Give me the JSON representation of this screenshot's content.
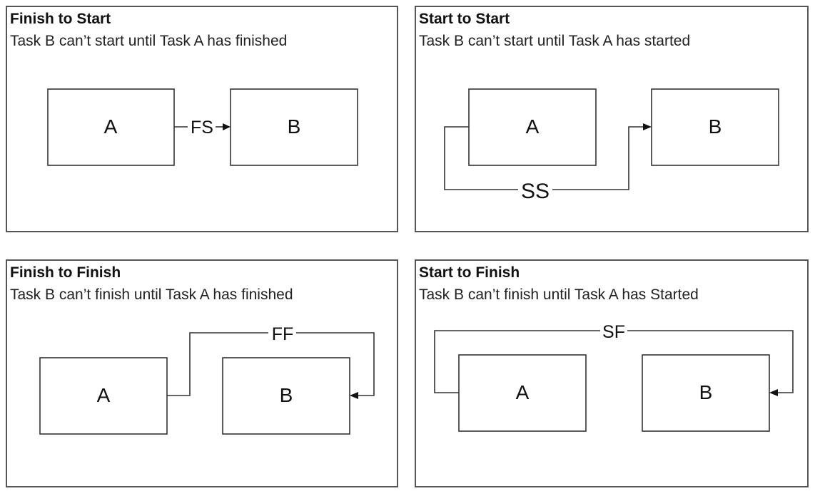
{
  "panels": {
    "fs": {
      "title": "Finish to Start",
      "description": "Task B can’t start until Task A has finished",
      "task_a": "A",
      "task_b": "B",
      "link": "FS"
    },
    "ss": {
      "title": "Start to Start",
      "description": "Task B can’t start until Task A has started",
      "task_a": "A",
      "task_b": "B",
      "link": "SS"
    },
    "ff": {
      "title": "Finish to Finish",
      "description": "Task B can’t finish until Task A has finished",
      "task_a": "A",
      "task_b": "B",
      "link": "FF"
    },
    "sf": {
      "title": "Start to Finish",
      "description": "Task B can’t finish until Task A has Started",
      "task_a": "A",
      "task_b": "B",
      "link": "SF"
    }
  },
  "colors": {
    "border": "#555555",
    "line": "#333333",
    "text": "#111111",
    "background": "#ffffff"
  }
}
